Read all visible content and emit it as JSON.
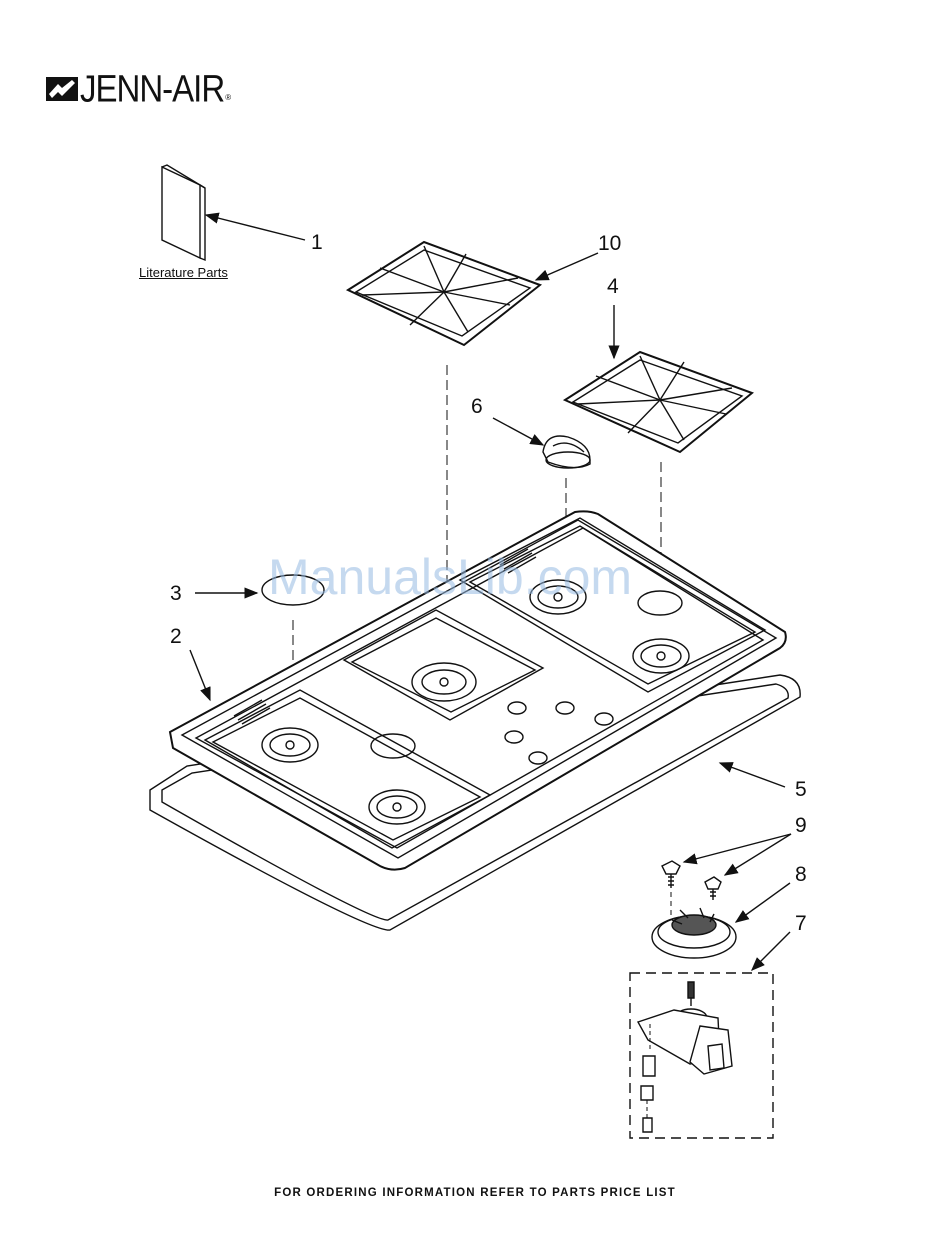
{
  "brand": {
    "name": "JENN-AIR",
    "mark": "®"
  },
  "watermark": "ManualsLib.com",
  "literature_label": "Literature Parts",
  "callouts": {
    "c1": "1",
    "c2": "2",
    "c3": "3",
    "c4": "4",
    "c5": "5",
    "c6": "6",
    "c7": "7",
    "c8": "8",
    "c9": "9",
    "c10": "10"
  },
  "footer": "FOR ORDERING INFORMATION REFER TO PARTS PRICE LIST"
}
